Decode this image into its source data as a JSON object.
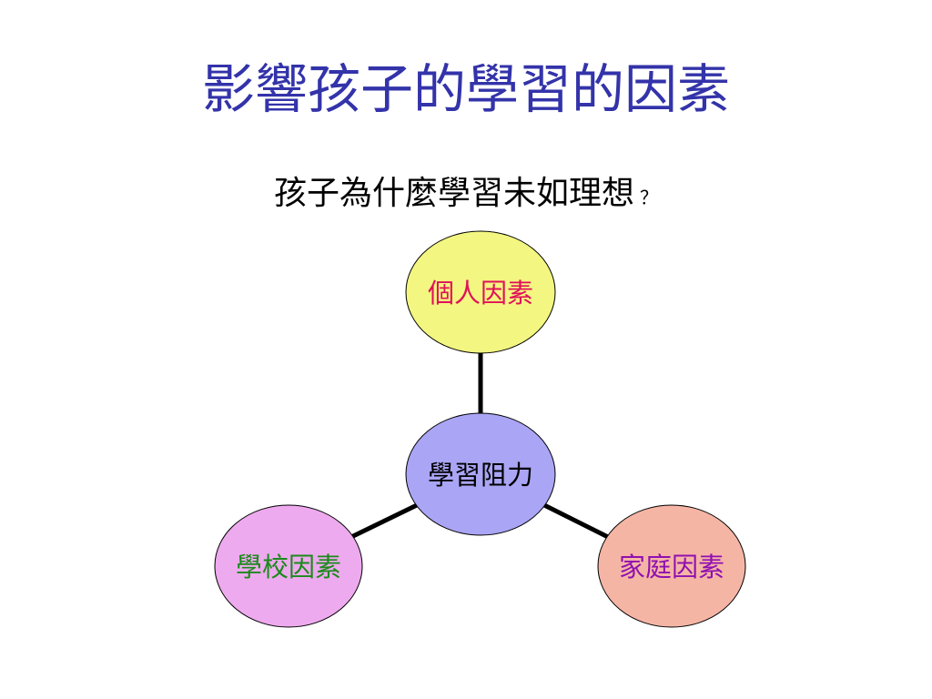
{
  "slide": {
    "title": "影響孩子的學習的因素",
    "question": "孩子為什麼學習未如理想",
    "question_mark": "？"
  },
  "diagram": {
    "center": {
      "label": "學習阻力",
      "fill": "#aaa5f5",
      "text_color": "#000000"
    },
    "nodes": [
      {
        "key": "top",
        "label": "個人因素",
        "fill": "#f3f680",
        "text_color": "#e0105a"
      },
      {
        "key": "left",
        "label": "學校因素",
        "fill": "#eeaaee",
        "text_color": "#1a8a1a"
      },
      {
        "key": "right",
        "label": "家庭因素",
        "fill": "#f5b5a5",
        "text_color": "#9010b0"
      }
    ],
    "title_color": "#3333aa",
    "edge_color": "#000000"
  }
}
